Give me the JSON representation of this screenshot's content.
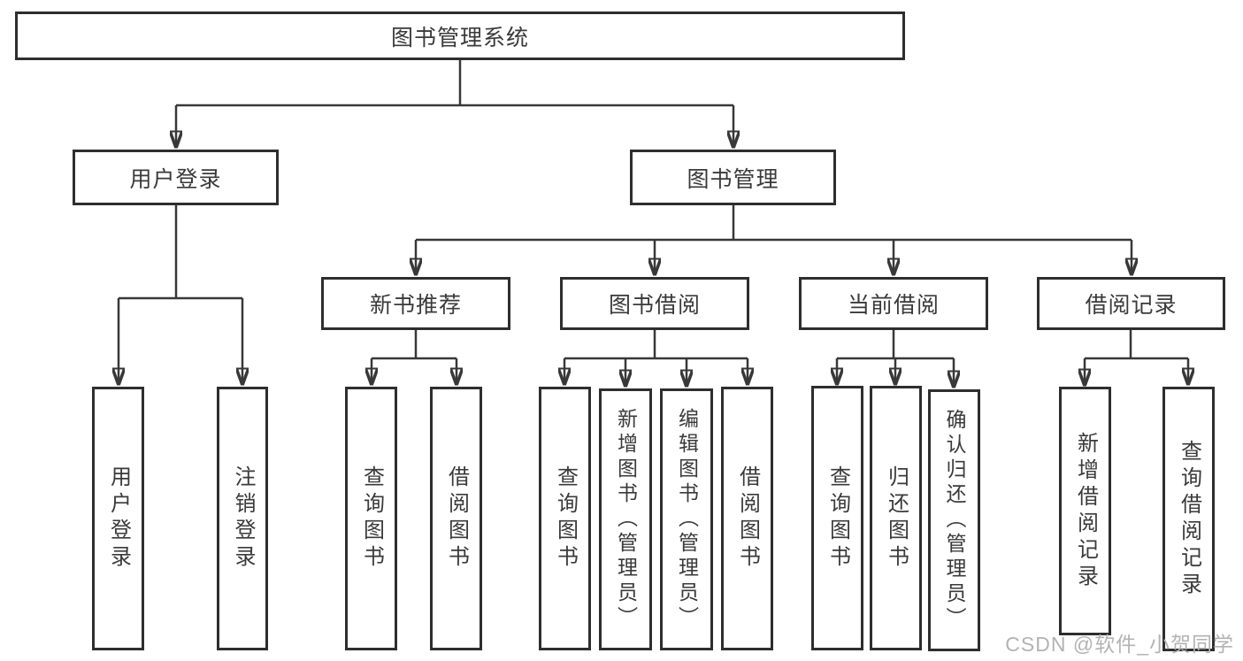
{
  "title": "图书管理系统",
  "branches": {
    "user_login": {
      "label": "用户登录",
      "children": [
        "用户登录",
        "注销登录"
      ]
    },
    "book_mgmt": {
      "label": "图书管理",
      "sections": [
        {
          "label": "新书推荐",
          "children": [
            "查询图书",
            "借阅图书"
          ]
        },
        {
          "label": "图书借阅",
          "children": [
            "查询图书",
            "新增图书（管理员）",
            "编辑图书（管理员）",
            "借阅图书"
          ]
        },
        {
          "label": "当前借阅",
          "children": [
            "查询图书",
            "归还图书",
            "确认归还（管理员）"
          ]
        },
        {
          "label": "借阅记录",
          "children": [
            "新增借阅记录",
            "查询借阅记录"
          ]
        }
      ]
    }
  },
  "watermark": "CSDN @软件_小贺同学",
  "colors": {
    "line": "#383838",
    "border": "#2e2e2e",
    "text": "#3a3a3a",
    "background": "#ffffff",
    "watermark": "#b3b3b3"
  }
}
